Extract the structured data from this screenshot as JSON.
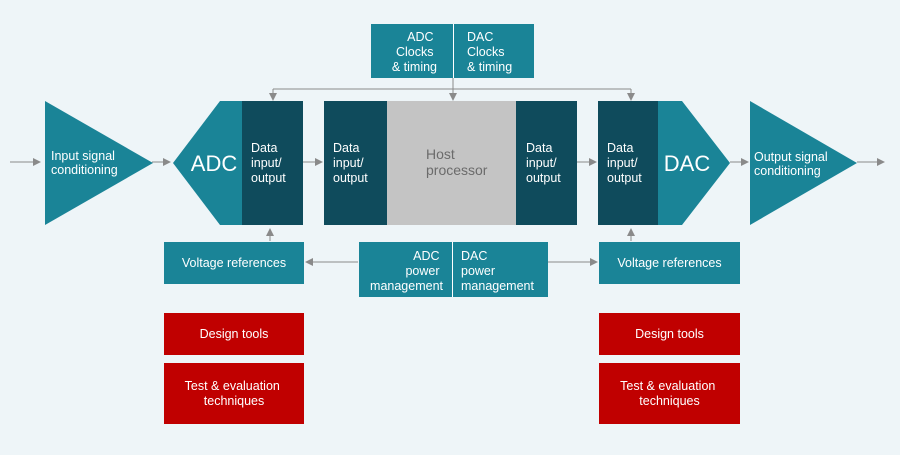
{
  "colors": {
    "background": "#eef5f8",
    "teal": "#1a8497",
    "dark_teal": "#0f4b5c",
    "gray": "#c4c4c4",
    "red": "#c00000",
    "connector": "#8a8a8a"
  },
  "clocks": {
    "adc": [
      "ADC",
      "Clocks",
      "& timing"
    ],
    "dac": [
      "DAC",
      "Clocks",
      "& timing"
    ]
  },
  "input_conditioning": [
    "Input signal",
    "conditioning"
  ],
  "output_conditioning": [
    "Output signal",
    "conditioning"
  ],
  "adc_label": "ADC",
  "dac_label": "DAC",
  "data_io": [
    "Data",
    "input/",
    "output"
  ],
  "host_processor": [
    "Host",
    "processor"
  ],
  "power": {
    "adc": [
      "ADC",
      "power",
      "management"
    ],
    "dac": [
      "DAC",
      "power",
      "management"
    ]
  },
  "voltage_references": "Voltage references",
  "design_tools": "Design tools",
  "test_evaluation": [
    "Test & evaluation",
    "techniques"
  ]
}
